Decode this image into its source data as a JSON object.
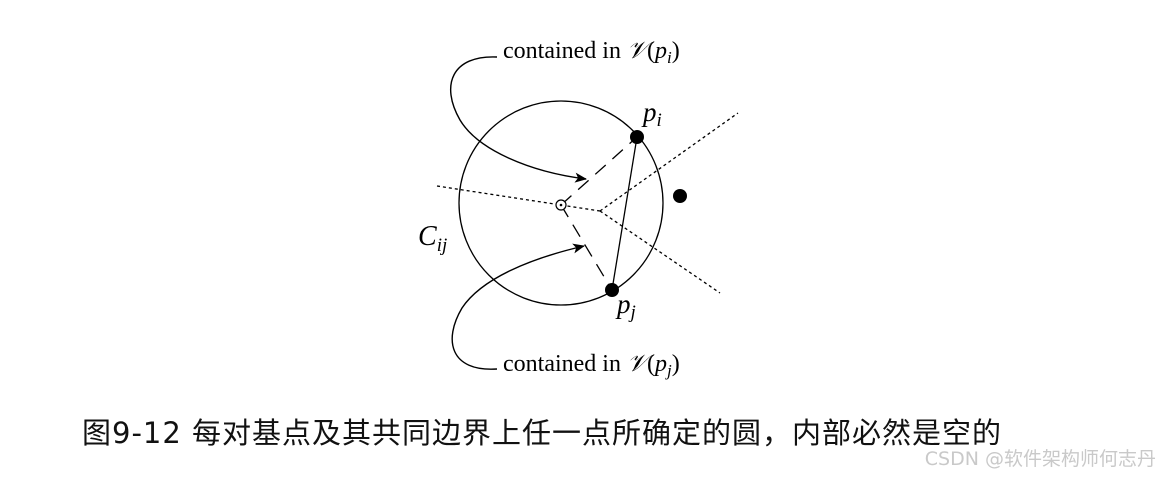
{
  "labels": {
    "top_annotation": {
      "text": "contained in ",
      "script_v": "𝒱",
      "open": "(",
      "var": "p",
      "sub": "i",
      "close": ")"
    },
    "bottom_annotation": {
      "text": "contained in ",
      "script_v": "𝒱",
      "open": "(",
      "var": "p",
      "sub": "j",
      "close": ")"
    },
    "point_pi": {
      "var": "p",
      "sub": "i"
    },
    "point_pj": {
      "var": "p",
      "sub": "j"
    },
    "circle_label": {
      "var": "C",
      "sub": "ij"
    }
  },
  "caption": "图9-12 每对基点及其共同边界上任一点所确定的圆，内部必然是空的",
  "watermark": "CSDN @软件架构师何志丹"
}
